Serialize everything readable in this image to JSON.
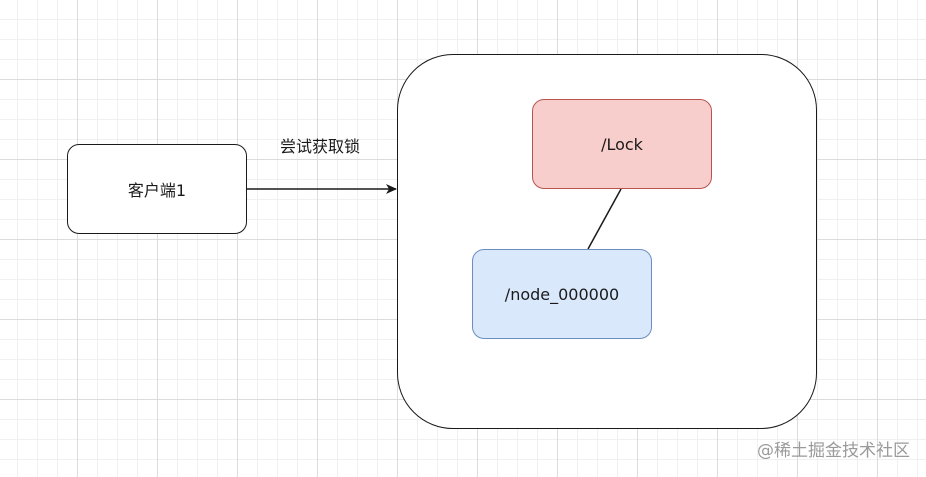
{
  "diagram": {
    "client": {
      "label": "客户端1"
    },
    "edge": {
      "label": "尝试获取锁"
    },
    "lock_node": {
      "label": "/Lock"
    },
    "child_node": {
      "label": "/node_000000"
    }
  },
  "watermark": {
    "text": "@稀土掘金技术社区"
  },
  "colors": {
    "lock_fill": "#f8cecc",
    "lock_stroke": "#b85450",
    "child_fill": "#dae8fc",
    "child_stroke": "#6c8ebf"
  }
}
